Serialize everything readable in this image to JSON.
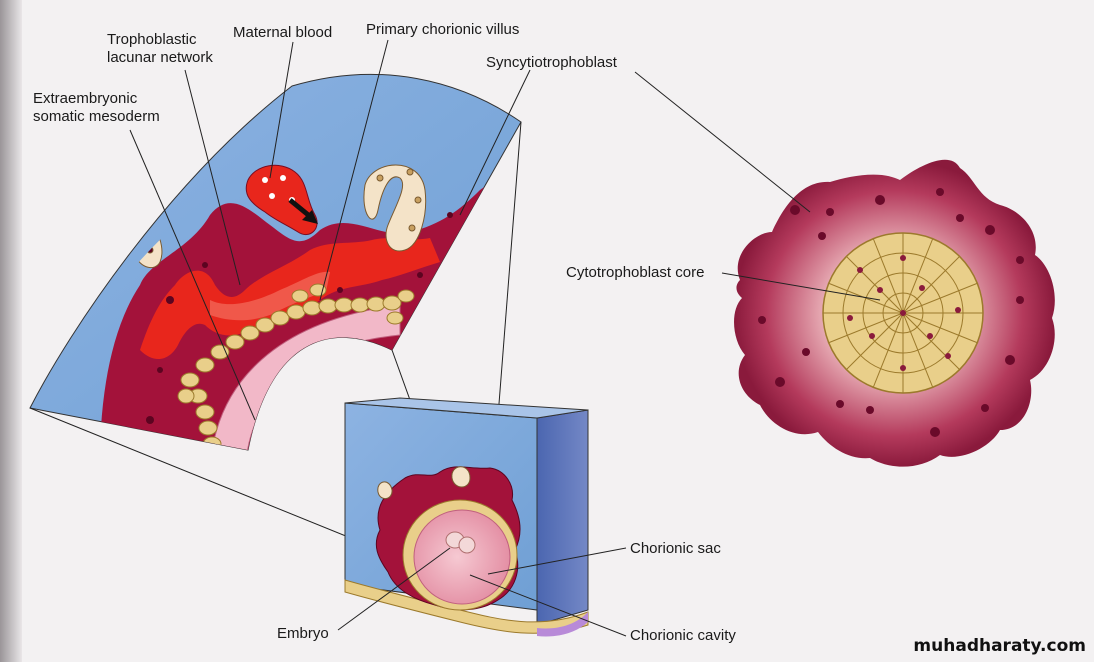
{
  "labels": {
    "trophoblastic_lacunar_network": [
      "Trophoblastic",
      "lacunar network"
    ],
    "maternal_blood": "Maternal blood",
    "primary_chorionic_villus": "Primary chorionic villus",
    "syncytiotrophoblast": "Syncytiotrophoblast",
    "extraembryonic_somatic_mesoderm": [
      "Extraembryonic",
      "somatic mesoderm"
    ],
    "cytotrophoblast_core": "Cytotrophoblast core",
    "chorionic_sac": "Chorionic sac",
    "embryo": "Embryo",
    "chorionic_cavity": "Chorionic cavity"
  },
  "watermark": "muhadharaty.com",
  "colors": {
    "endometrium_blue": "#6f9fd4",
    "syncytio_red": "#a3123a",
    "lacuna_red": "#e8261c",
    "cytotrophoblast_tan": "#e9cf8a",
    "mesoderm_pink": "#f2b8c8"
  }
}
